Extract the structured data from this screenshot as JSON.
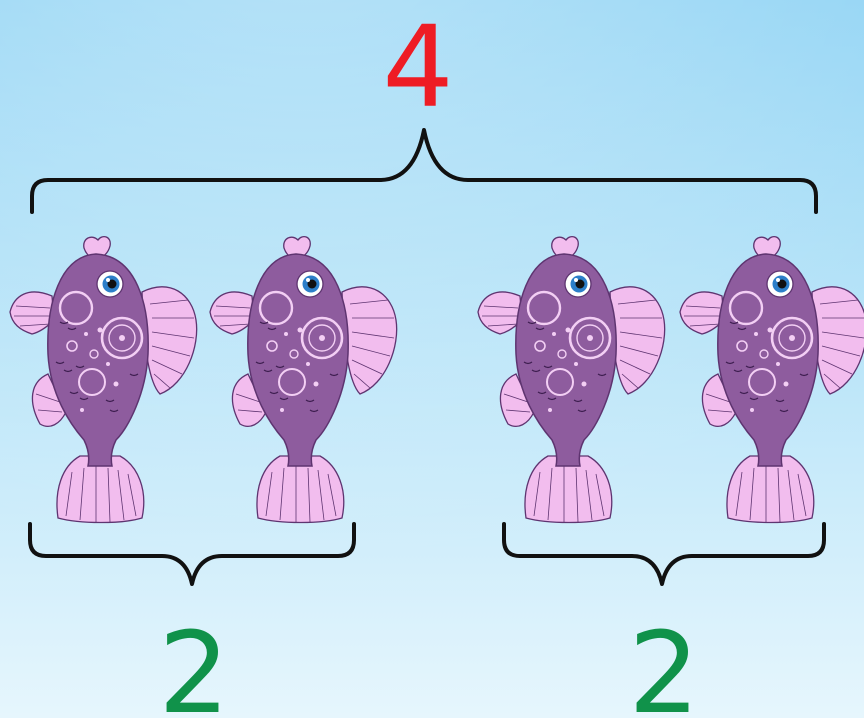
{
  "total": {
    "label": "4",
    "color": "#EE1C24"
  },
  "groups": [
    {
      "label": "2",
      "count": 2
    },
    {
      "label": "2",
      "count": 2
    }
  ],
  "colors": {
    "group_label": "#10924A",
    "bracket": "#111111",
    "sky_top": "#8FD3F4",
    "sky_bottom": "#E6F6FD",
    "fish_body": "#8E5C9E",
    "fish_fin": "#F2BDEE",
    "fish_outline": "#5E3470",
    "fish_bubble": "#F3CFF4",
    "eye_iris": "#2C7FC9"
  },
  "icons": {
    "fish": "purple-fish-icon"
  }
}
